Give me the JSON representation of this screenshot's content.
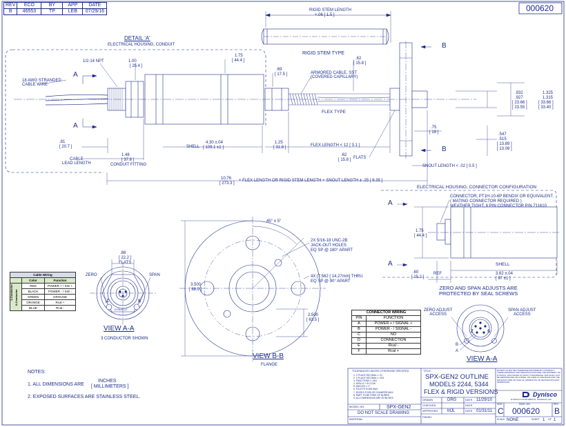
{
  "rev_block": {
    "headers": [
      "REV",
      "ECO",
      "BY",
      "APP",
      "DATE"
    ],
    "values": [
      "B",
      "46553",
      "TP",
      "LEB",
      "07/29/16"
    ]
  },
  "drawing_number_box": "000620",
  "rigid_stem": {
    "length_label": "RIGID STEM LENGTH",
    "tolerance": "+.06  [ 1.5 ]",
    "type_label": "RIGID STEM TYPE",
    "dia": ".62",
    "dia_mm": "[ 15.8 ]"
  },
  "detail_a": {
    "title": "DETAIL 'A'",
    "subtitle": "ELECTRICAL HOUSING, CONDUIT"
  },
  "side_view": {
    "npt": "1/2-14 NPT",
    "cable_wire": "18 AWG STRANDED\nCABLE WIRE",
    "dia_100": "1.00",
    "dia_100_mm": "[ 25.4 ]",
    "dia_175": "1.75",
    "dia_175_mm": "[ 44.4 ]",
    "dia_69": ".69",
    "dia_69_mm": "[ 17.5 ]",
    "armored": "ARMORED CABLE, SST\n(COVERED CAPILLARY)",
    "flex_type": "FLEX TYPE",
    "dim_81": ".81",
    "dim_81_mm": "[ 20.7 ]",
    "cable_lead": "CABLE\nLEAD LENGTH",
    "dim_148": "1.48",
    "dim_148_mm": "[ 37.6 ]",
    "conduit_fitting": "CONDUIT FITTING",
    "shell": "SHELL",
    "shell_dim": "4.30 ±.04",
    "shell_dim_mm": "[ 109.1 ±1 ]",
    "dim_125": "1.25",
    "dim_125_mm": "[ 31.8 ]",
    "flex_length": "FLEX LENGTH < 12 [ 3.1 ]",
    "flats_dim": ".62",
    "flats_dim_mm": "[ 15.8 ]",
    "flats": "FLATS",
    "dim_75": ".75",
    "dim_75_mm": "[ 19 ]",
    "snout": "SNOUT LENGTH < .02 [ 0.5 ]",
    "total": "10.76",
    "total_mm": "[ 273.3 ]",
    "total_label": "+ FLEX LENGTH OR RIGID STEM LENGTH  +  SNOUT LENGTH ± .25 [ 6.35 ]",
    "dia_932": ".932",
    "dia_927": ".927",
    "dia_932_mm": "[ 23.66 ]",
    "dia_927_mm": "[ 23.55 ]",
    "dia_1325": "1.325",
    "dia_1315": "1.315",
    "dia_1325_mm": "[ 33.66 ]",
    "dia_1315_mm": "[ 33.40 ]",
    "dim_547": ".547",
    "dim_515": ".515",
    "dim_547_mm": "[ 13.89 ]",
    "dim_515_mm": "[ 13.08 ]",
    "sec_a": "A",
    "sec_b": "B"
  },
  "connector_config": {
    "title": "ELECTRICAL HOUSING, CONNECTOR CONFIGURATION",
    "note1": "CONNECTOR, PT1H-10-6P BENDIX OR EQUIVALENT.",
    "note2": "( MATING CONNECTOR REQUIRED )",
    "note3": "WEATHER TIGHT, 6 PIN CONNECTOR  P/N 711610",
    "dia": "1.75",
    "dia_mm": "[ 44.4 ]",
    "ref": ".60",
    "ref_mm": "[ 15.2 ]",
    "ref_label": "REF",
    "shell": "SHELL",
    "shell_dim": "3.82 ±.04",
    "shell_dim_mm": "[ 97 ±1 ]",
    "sec_a": "A"
  },
  "zero_span_note": "ZERO AND SPAN ADJUSTS ARE\nPROTECTED BY SEAL SCREWS",
  "view_aa_left": {
    "flats": ".88",
    "flats_mm": "[ 22.2 ]",
    "flats_label": "FLATS",
    "zero": "ZERO",
    "span": "SPAN",
    "z": "Z",
    "s": "S",
    "title": "VIEW A-A",
    "subtitle": "3 CONDUCTOR SHOWN",
    "brand_ring": "DYNISCO"
  },
  "cable_wiring": {
    "title": "Cable Wiring",
    "headers": [
      "Color",
      "Function"
    ],
    "group3": "3-Conductor",
    "group6": "6-Conductor",
    "rows": [
      [
        "RED",
        "POWER + / SIG +"
      ],
      [
        "BLACK",
        "POWER - / SIG -"
      ],
      [
        "GREEN",
        "GROUND"
      ],
      [
        "ORANGE",
        "Rcal +"
      ],
      [
        "BLUE",
        "Rcal -"
      ]
    ]
  },
  "view_bb": {
    "angle": "45° ± 5°",
    "holes1": "2X 5/16-18 UNC-2B",
    "holes2": "JACK-OUT HOLES",
    "holes3": "EQ SP @ 180° APART",
    "thru1": "4X [7.562 [ 14.27mm] THRU",
    "thru2": "EQ SP @ 90° APART",
    "dia": "3.500",
    "dia_mm": "[ 88.9 ]",
    "inner": "2.500",
    "inner_mm": "[ 63.5 ]",
    "title": "VIEW B-B",
    "subtitle": "FLANGE"
  },
  "connector_wiring": {
    "title": "CONNECTOR WIRING",
    "headers": [
      "PIN",
      "FUNCTION"
    ],
    "rows": [
      [
        "A",
        "POWER + / SIGNAL +"
      ],
      [
        "B",
        "POWER - / SIGNAL -"
      ],
      [
        "C",
        "NO"
      ],
      [
        "D",
        "CONNECTION"
      ],
      [
        "E",
        "Rcal -"
      ],
      [
        "F",
        "Rcal +"
      ]
    ]
  },
  "view_aa_right": {
    "zero": "ZERO ADJUST\nACCESS",
    "span": "SPAN ADJUST\nACCESS",
    "z": "Z",
    "s": "S",
    "pin_b": "B",
    "pin_a": "A",
    "title": "VIEW A-A"
  },
  "notes": {
    "heading": "NOTES:",
    "n1a": "1. ALL DIMENSIONS ARE",
    "n1b": "INCHES",
    "n1c": "[ MILLIMETERS ]",
    "n2": "2. EXPOSED SURFACES ARE STAINLESS STEEL."
  },
  "title_block": {
    "tol_head": "TOLERANCES UNLESS OTHERWISE SPECIFIED",
    "tol_lines": [
      "1. 2 PLACE DECIMAL ± .01",
      "2. 3 PLACE DECIMAL ± .005",
      "3. FRACTIONS ± 1/64",
      "4. DRILLS +.5/-0 DIA",
      "5. ANGLES ± 1°",
      "6. FILLETS R.005 MAX",
      "7. EDGES R.005 OR CHAMFER MAX",
      "8. PART TO BE FREE OF BURRS",
      "9. ALL DIMENSIONS ARE IN INCHES"
    ],
    "model_no_label": "MODEL NO.",
    "model_no": "SPX-GEN2",
    "dnsd": "DO NOT SCALE DRAWING",
    "material": "MATERIAL",
    "title_label": "TITLE",
    "title1": "SPX-GEN2 OUTLINE",
    "title2": "MODELS 2244, 5344",
    "title3": "FLEX & RIGID VERSIONS",
    "drawn_label": "DRAWN",
    "drawn": "DRG",
    "drawn_date_label": "DATE",
    "drawn_date": "11/29/10",
    "checked_label": "CHECKED",
    "checked_date_label": "DATE",
    "approved_label": "APPROVED",
    "approved": "MJL",
    "approved_date_label": "DATE",
    "approved_date": "01/31/11",
    "finish_label": "FINISH",
    "proprietary": "EXCEPT AS MAY BE OTHERWISE PROVIDED BY CONTRACT, THESE DRAWINGS AND SPECIFICATIONS ARE THE PROPERTY OF DYNISCO, AND ISSUED IN STRICT CONFIDENCE, AND SHALL NOT BE REPRODUCED OR COPIED, OR USED AS THE BASIS FOR THE MANUFACTURE OR SALE OF APPARATUS OR DEVICES WITHOUT PERMISSION.",
    "logo": "Dynisco",
    "address": "DYNISCO INSTRUMENTS, FRANKLIN, MA",
    "size_label": "SIZE",
    "size": "C",
    "dwg_label": "DWG. NO.",
    "dwg_no": "000620",
    "rev_label": "REV",
    "rev": "B",
    "scale_label": "SCALE",
    "scale": "NONE",
    "sheet_label": "SHEET",
    "sheet": "1",
    "of_label": "OF",
    "of": "1"
  }
}
